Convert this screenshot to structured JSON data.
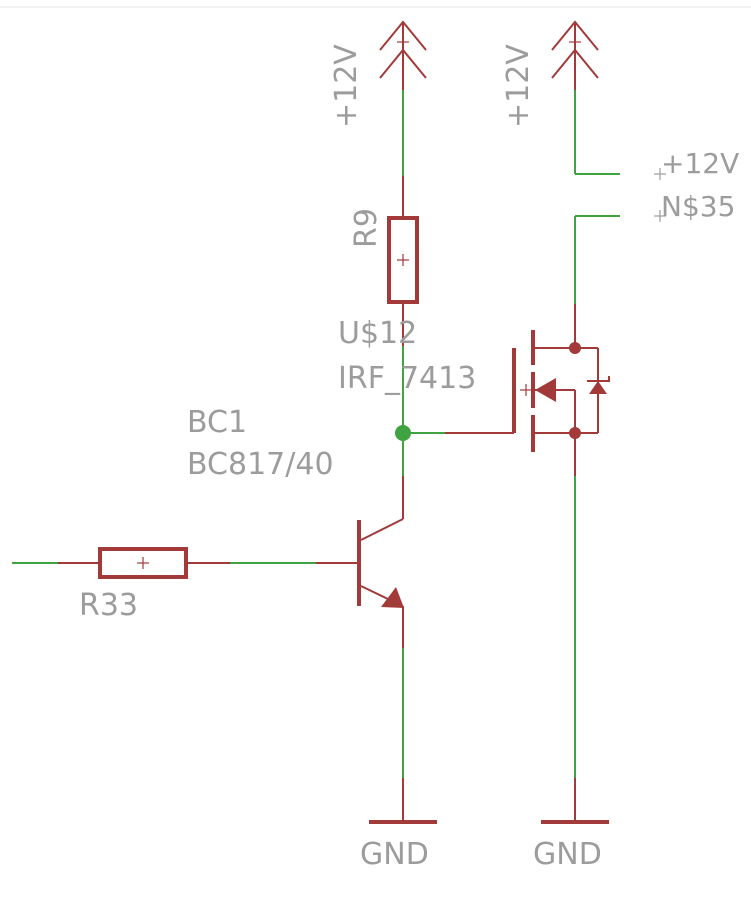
{
  "colors": {
    "symbol": "#a33a3a",
    "wire": "#3fa33f",
    "label": "#9c9c9c",
    "junction": "#3fa33f",
    "background": "#ffffff"
  },
  "supplies": {
    "left": "+12V",
    "right": "+12V"
  },
  "grounds": {
    "left": "GND",
    "right": "GND"
  },
  "resistor_r9": {
    "name": "R9"
  },
  "resistor_r33": {
    "name": "R33"
  },
  "transistor": {
    "name": "BC1",
    "value": "BC817/40"
  },
  "mosfet": {
    "name": "U$12",
    "value": "IRF_7413"
  },
  "connector": {
    "pin1": "+12V",
    "pin2": "N$35"
  }
}
